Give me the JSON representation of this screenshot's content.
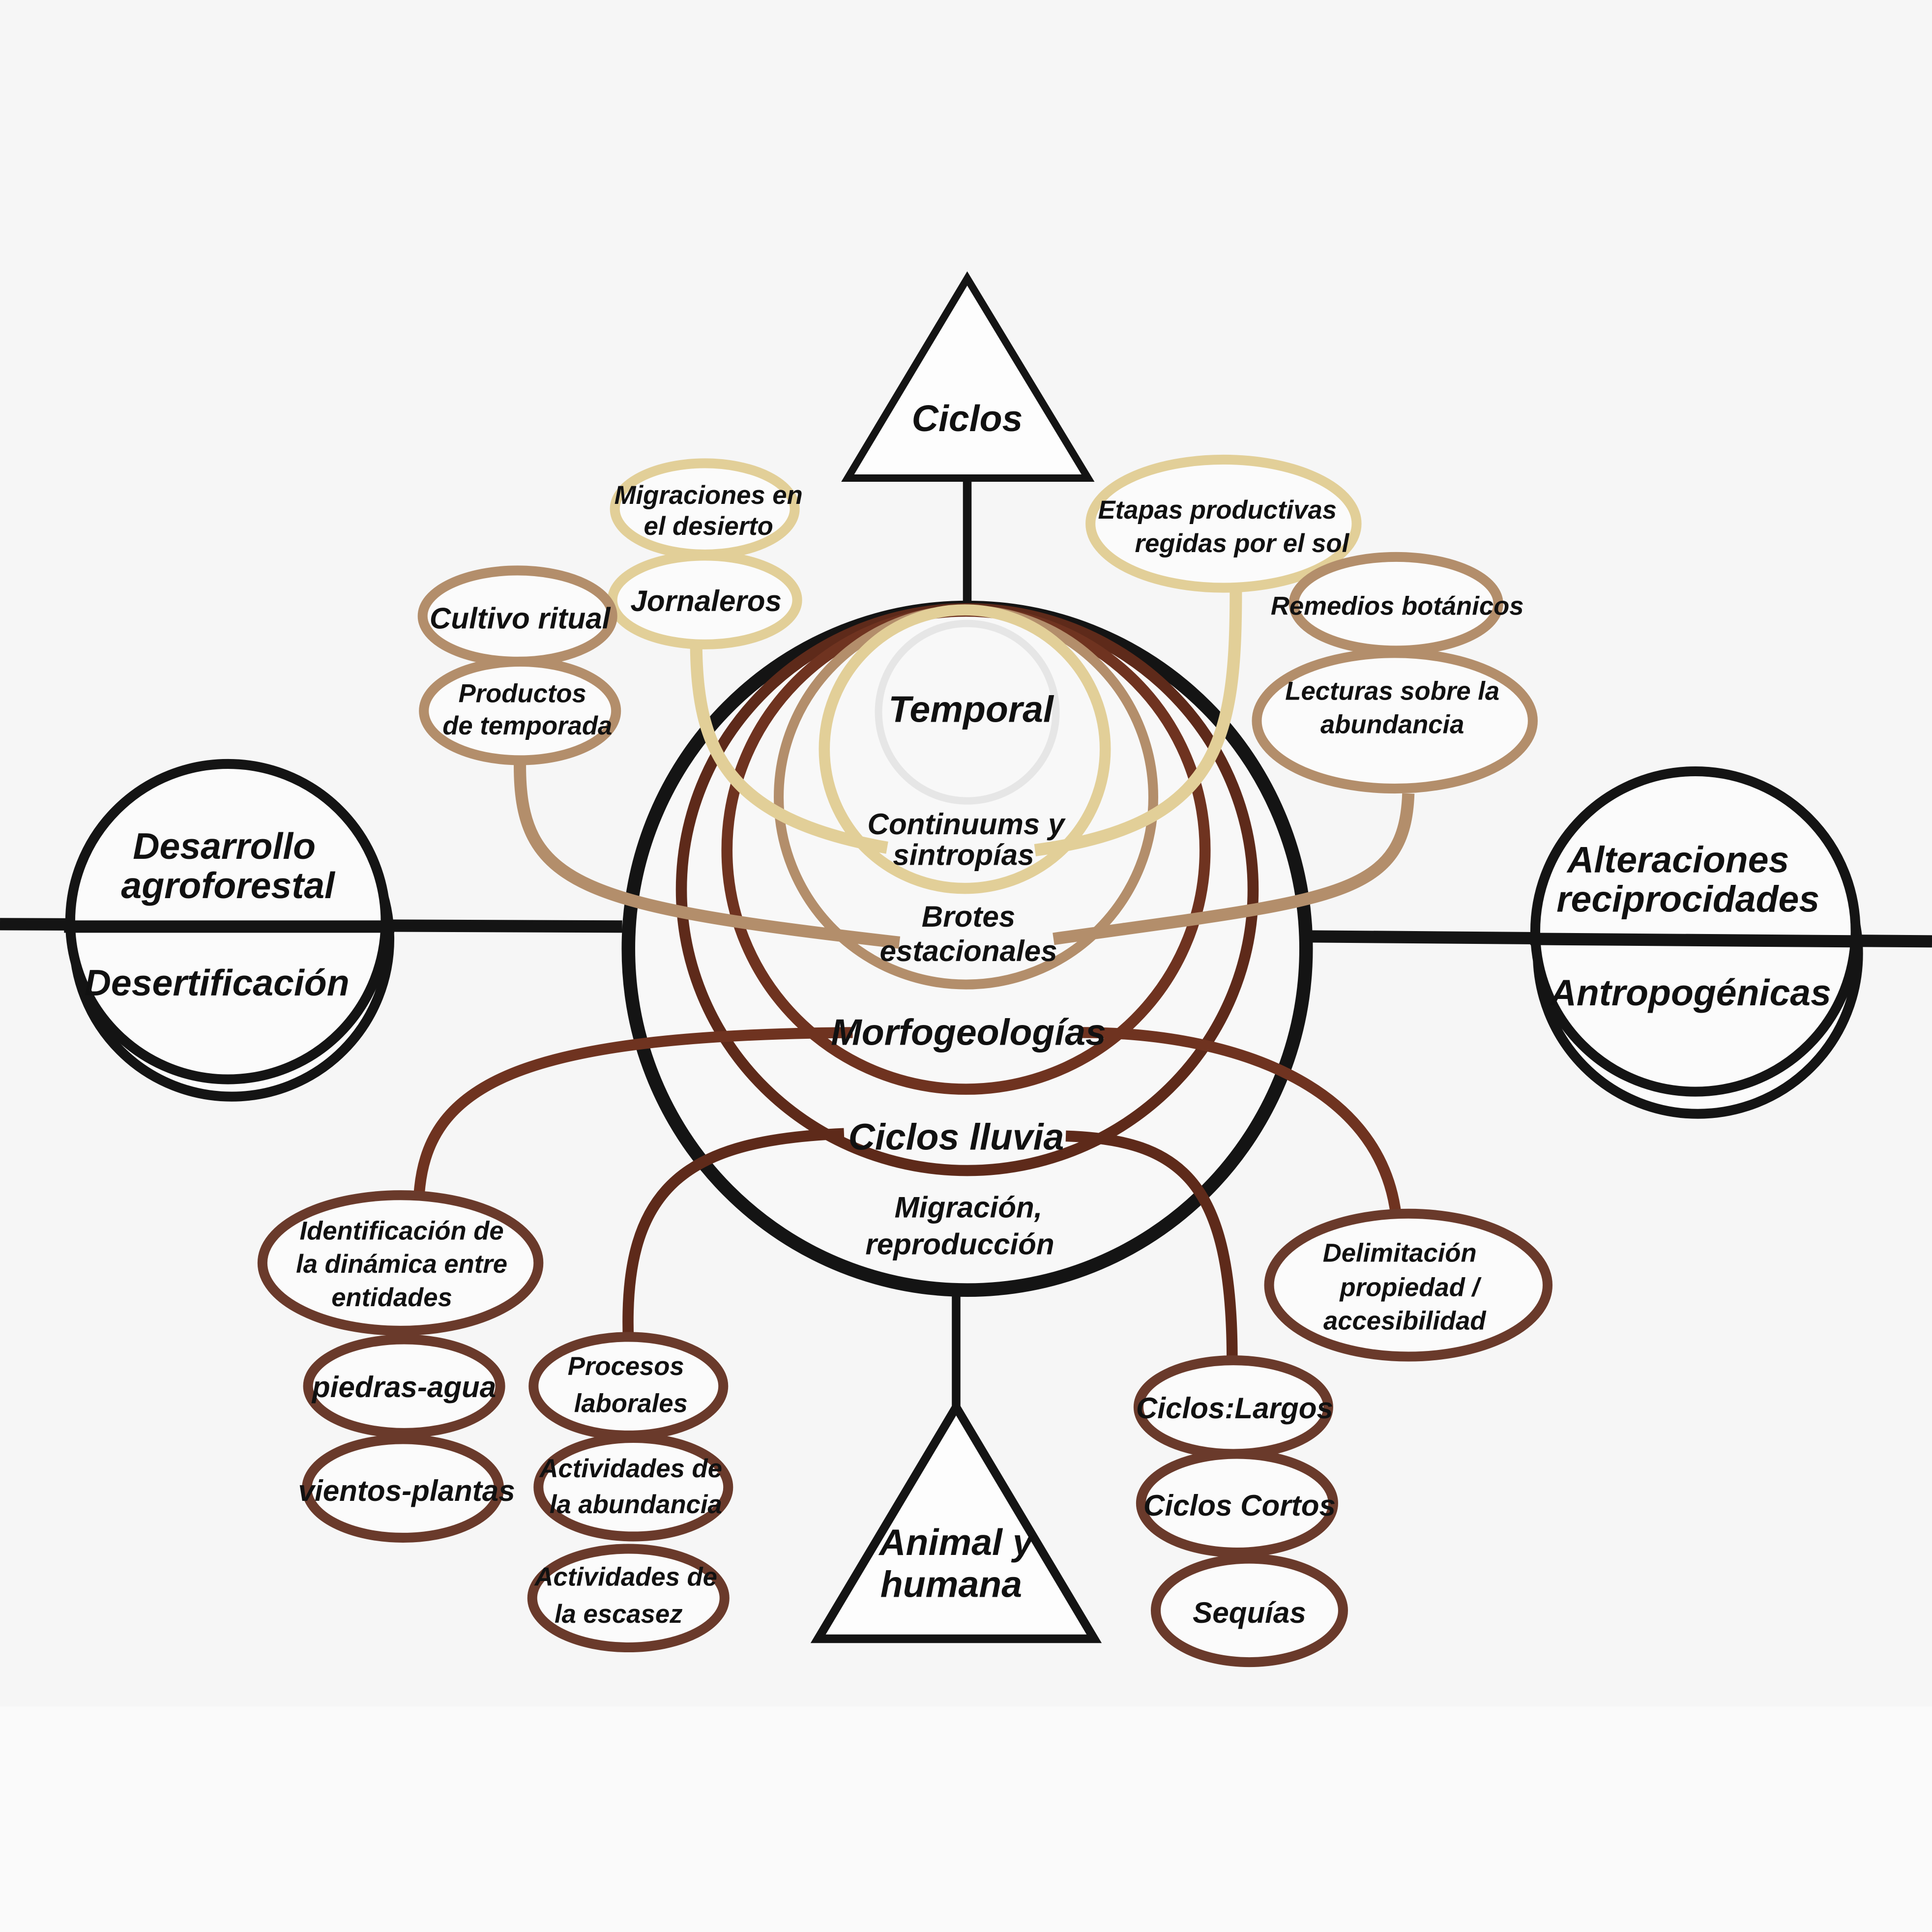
{
  "colors": {
    "black": "#141414",
    "gold": "#e2cf98",
    "tan": "#b38e6b",
    "tan_dark": "#a27d5d",
    "rust": "#6f3320",
    "rain": "#5e2a1a",
    "brown_oval": "#6a3a2b",
    "grey": "#e6e6e6"
  },
  "triangles": {
    "top": "Ciclos",
    "bottom": [
      "Animal y",
      "humana"
    ]
  },
  "side_circles": {
    "left": {
      "top": [
        "Desarrollo",
        "agroforestal"
      ],
      "bottom": "Desertificación"
    },
    "right": {
      "top": [
        "Alteraciones",
        "reciprocidades"
      ],
      "bottom": "Antropogénicas"
    }
  },
  "center_layers": {
    "temporal": "Temporal",
    "continuums": [
      "Continuums y",
      "sintropías"
    ],
    "brotes": [
      "Brotes",
      "estacionales"
    ],
    "morfo": "Morfogeologías",
    "lluvia": "Ciclos lluvia",
    "migracion": [
      "Migración,",
      "reproducción"
    ]
  },
  "gold_nodes": {
    "migraciones": [
      "Migraciones en",
      "el desierto"
    ],
    "jornaleros": "Jornaleros",
    "etapas": [
      "Etapas productivas",
      "regidas por el sol"
    ]
  },
  "tan_nodes": {
    "cultivo": "Cultivo ritual",
    "productos": [
      "Productos",
      "de temporada"
    ],
    "remedios": "Remedios botánicos",
    "lecturas": [
      "Lecturas sobre la",
      "abundancia"
    ]
  },
  "rust_nodes": {
    "identificacion": [
      "Identificación de",
      "la dinámica entre",
      "entidades"
    ],
    "piedras": "piedras-agua",
    "vientos": "vientos-plantas",
    "delimitacion": [
      "Delimitación",
      "propiedad /",
      "accesibilidad"
    ]
  },
  "rain_nodes": {
    "procesos": [
      "Procesos",
      "laborales"
    ],
    "abundancia": [
      "Actividades de",
      "la abundancia"
    ],
    "escasez": [
      "Actividades de",
      "la escasez"
    ],
    "largos": "Ciclos:Largos",
    "cortos": "Ciclos Cortos",
    "sequias": "Sequías"
  }
}
